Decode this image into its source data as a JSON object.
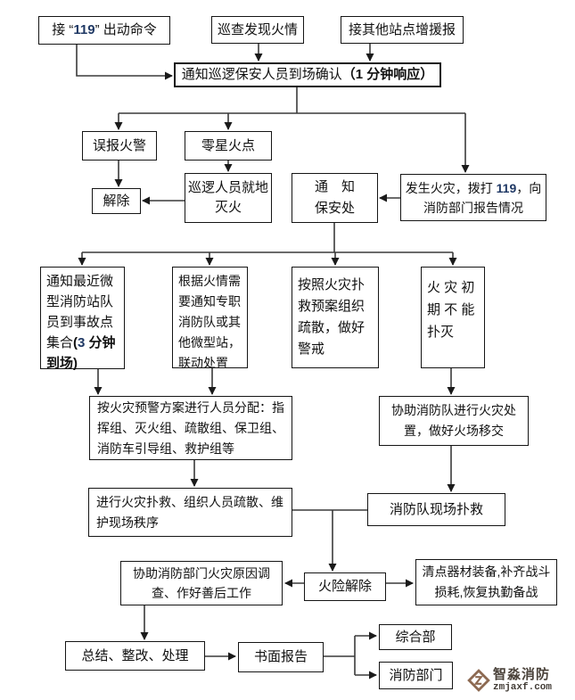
{
  "title": "消防应急处置流程图",
  "colors": {
    "background": "#ffffff",
    "box_border": "#151515",
    "line": "#3a3a3a",
    "number_navy": "#1f3864",
    "watermark_brown": "#8d6a52",
    "watermark_text": "#4a423a"
  },
  "nodes": {
    "receive_119": {
      "pre": "接 “",
      "num": "119",
      "post": "” 出动命令"
    },
    "patrol_fire": {
      "text": "巡查发现火情"
    },
    "station_support": {
      "text": "接其他站点增援报"
    },
    "notify_confirm": {
      "main": "通知巡逻保安人员到场确认",
      "bold": "（1 分钟响应）"
    },
    "false_alarm": {
      "text": "误报火警"
    },
    "scattered_fire": {
      "text": "零星火点"
    },
    "release": {
      "text": "解除"
    },
    "patrol_extinguish": {
      "text": "巡逻人员就地灭火"
    },
    "notify_security": {
      "line1": "通　知",
      "line2": "保安处"
    },
    "fire_call_119": {
      "pre": "发生火灾，拨打 ",
      "num": "119",
      "post": "，向消防部门报告情况"
    },
    "micro_station": {
      "main": "通知最近微型消防站队员到事故点集合",
      "b1": "(",
      "num": "3",
      "b2": " 分钟到场)"
    },
    "prof_brigade": {
      "text": "根据火情需要通知专职消防队或其他微型站，联动处置"
    },
    "org_evacuate": {
      "text": "按照火灾扑救预案组织疏散，做好警戒"
    },
    "initial_unable": {
      "text": "火 灾 初 期 不 能 扑灭"
    },
    "assign_personnel": {
      "text": "按火灾预警方案进行人员分配：指挥组、灭火组、疏散组、保卫组、消防车引导组、救护组等"
    },
    "assist_brigade": {
      "text": "协助消防队进行火灾处置，做好火场移交"
    },
    "fight_fire": {
      "text": "进行火灾扑救、组织人员疏散、维护现场秩序"
    },
    "brigade_onsite": {
      "text": "消防队现场扑救"
    },
    "investigate": {
      "text": "协助消防部门火灾原因调查、作好善后工作"
    },
    "danger_clear": {
      "text": "火险解除"
    },
    "equipment": {
      "text": "清点器材装备,补齐战斗损耗,恢复执勤备战"
    },
    "summary": {
      "text": "总结、整改、处理"
    },
    "written_report": {
      "text": "书面报告"
    },
    "general_dept": {
      "text": "综合部"
    },
    "fire_dept": {
      "text": "消防部门"
    }
  },
  "watermark": {
    "brand": "智淼消防",
    "site": "zmjaxf.com"
  }
}
